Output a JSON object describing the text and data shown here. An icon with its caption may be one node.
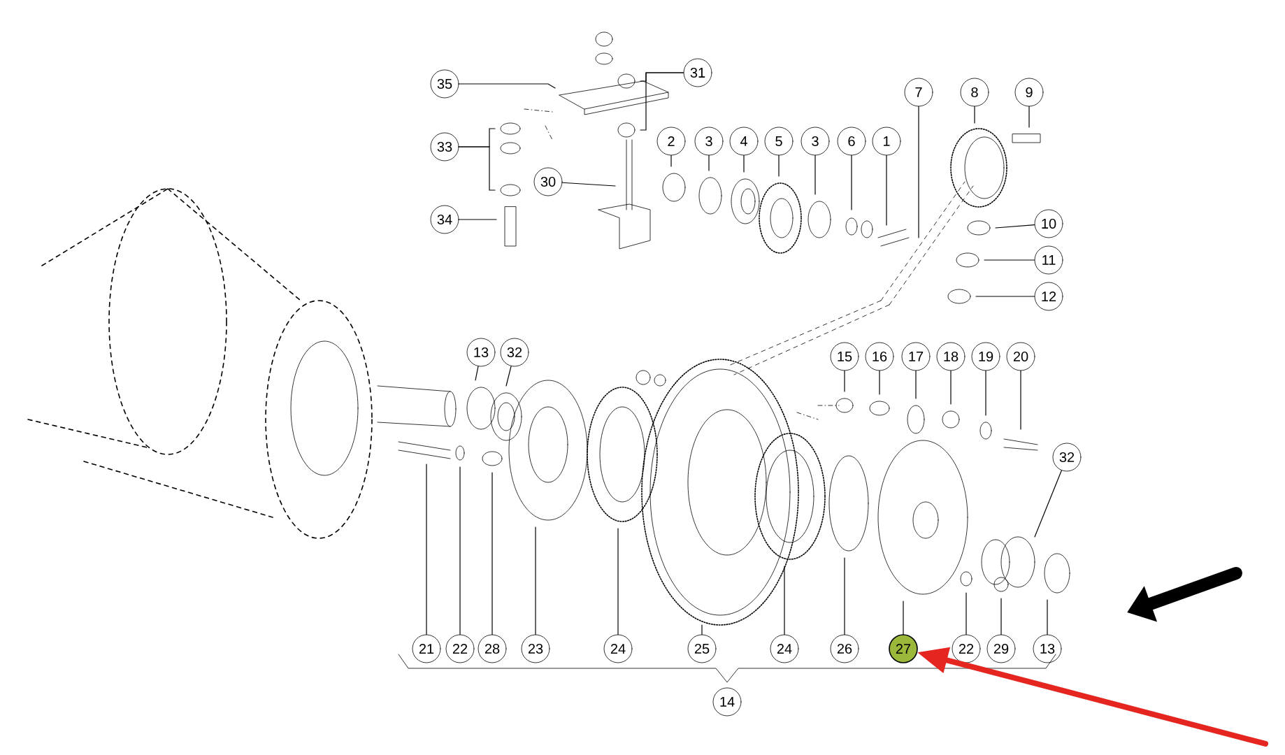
{
  "diagram": {
    "nodes": [
      {
        "text": [
          "35"
        ]
      },
      {
        "text": [
          "31"
        ]
      },
      {
        "text": [
          "33"
        ]
      },
      {
        "text": [
          "30"
        ]
      },
      {
        "text": [
          "34"
        ]
      },
      {
        "text": [
          "2"
        ]
      },
      {
        "text": [
          "3"
        ]
      },
      {
        "text": [
          "4"
        ]
      },
      {
        "text": [
          "5"
        ]
      },
      {
        "text": [
          "3"
        ]
      },
      {
        "text": [
          "6"
        ]
      },
      {
        "text": [
          "1"
        ]
      },
      {
        "text": [
          "7"
        ]
      },
      {
        "text": [
          "8"
        ]
      },
      {
        "text": [
          "9"
        ]
      },
      {
        "text": [
          "10"
        ]
      },
      {
        "text": [
          "11"
        ]
      },
      {
        "text": [
          "12"
        ]
      },
      {
        "text": [
          "13"
        ]
      },
      {
        "text": [
          "32"
        ]
      },
      {
        "text": [
          "15"
        ]
      },
      {
        "text": [
          "16"
        ]
      },
      {
        "text": [
          "17"
        ]
      },
      {
        "text": [
          "18"
        ]
      },
      {
        "text": [
          "19"
        ]
      },
      {
        "text": [
          "20"
        ]
      },
      {
        "text": [
          "32"
        ]
      },
      {
        "text": [
          "21"
        ]
      },
      {
        "text": [
          "22"
        ]
      },
      {
        "text": [
          "28"
        ]
      },
      {
        "text": [
          "23"
        ]
      },
      {
        "text": [
          "24"
        ]
      },
      {
        "text": [
          "25"
        ]
      },
      {
        "text": [
          "24"
        ]
      },
      {
        "text": [
          "26"
        ]
      },
      {
        "text": [
          "27"
        ]
      },
      {
        "text": [
          "22"
        ]
      },
      {
        "text": [
          "29"
        ]
      },
      {
        "text": [
          "13"
        ]
      },
      {
        "text": [
          "14"
        ]
      }
    ],
    "edges": [
      {
        "from": 0,
        "to": null,
        "arrow": "none"
      },
      {
        "from": 1,
        "to": null,
        "arrow": "none"
      },
      {
        "from": 1,
        "to": null,
        "arrow": "none"
      },
      {
        "from": 2,
        "to": null,
        "arrow": "none"
      },
      {
        "from": 2,
        "to": null,
        "arrow": "none"
      },
      {
        "from": 3,
        "to": null,
        "arrow": "none"
      },
      {
        "from": 4,
        "to": null,
        "arrow": "none"
      },
      {
        "from": 5,
        "to": null,
        "arrow": "none"
      },
      {
        "from": 6,
        "to": null,
        "arrow": "none"
      },
      {
        "from": 7,
        "to": null,
        "arrow": "none"
      },
      {
        "from": 8,
        "to": null,
        "arrow": "none"
      },
      {
        "from": 9,
        "to": null,
        "arrow": "none"
      },
      {
        "from": 10,
        "to": null,
        "arrow": "none"
      },
      {
        "from": 11,
        "to": null,
        "arrow": "none"
      },
      {
        "from": 12,
        "to": null,
        "arrow": "none"
      },
      {
        "from": 13,
        "to": null,
        "arrow": "none"
      },
      {
        "from": 14,
        "to": null,
        "arrow": "none"
      },
      {
        "from": 15,
        "to": null,
        "arrow": "none"
      },
      {
        "from": 16,
        "to": null,
        "arrow": "none"
      },
      {
        "from": 17,
        "to": null,
        "arrow": "none"
      },
      {
        "from": 18,
        "to": null,
        "arrow": "none"
      },
      {
        "from": 19,
        "to": null,
        "arrow": "none"
      },
      {
        "from": 20,
        "to": null,
        "arrow": "none"
      },
      {
        "from": 21,
        "to": null,
        "arrow": "none"
      },
      {
        "from": 22,
        "to": null,
        "arrow": "none"
      },
      {
        "from": 23,
        "to": null,
        "arrow": "none"
      },
      {
        "from": 24,
        "to": null,
        "arrow": "none"
      },
      {
        "from": 25,
        "to": null,
        "arrow": "none"
      },
      {
        "from": 26,
        "to": null,
        "arrow": "none"
      },
      {
        "from": 27,
        "to": null,
        "arrow": "none"
      },
      {
        "from": 28,
        "to": null,
        "arrow": "none"
      },
      {
        "from": 29,
        "to": null,
        "arrow": "none"
      },
      {
        "from": 30,
        "to": null,
        "arrow": "none"
      },
      {
        "from": 31,
        "to": null,
        "arrow": "none"
      },
      {
        "from": 32,
        "to": null,
        "arrow": "none"
      },
      {
        "from": 33,
        "to": null,
        "arrow": "none"
      },
      {
        "from": 34,
        "to": null,
        "arrow": "none"
      },
      {
        "from": 35,
        "to": null,
        "arrow": "none"
      },
      {
        "from": 36,
        "to": null,
        "arrow": "none"
      },
      {
        "from": 37,
        "to": null,
        "arrow": "none"
      },
      {
        "from": 38,
        "to": null,
        "arrow": "none"
      },
      {
        "from": null,
        "to": 35,
        "arrow": "to",
        "style": "thick",
        "color": "#e52620"
      }
    ]
  }
}
